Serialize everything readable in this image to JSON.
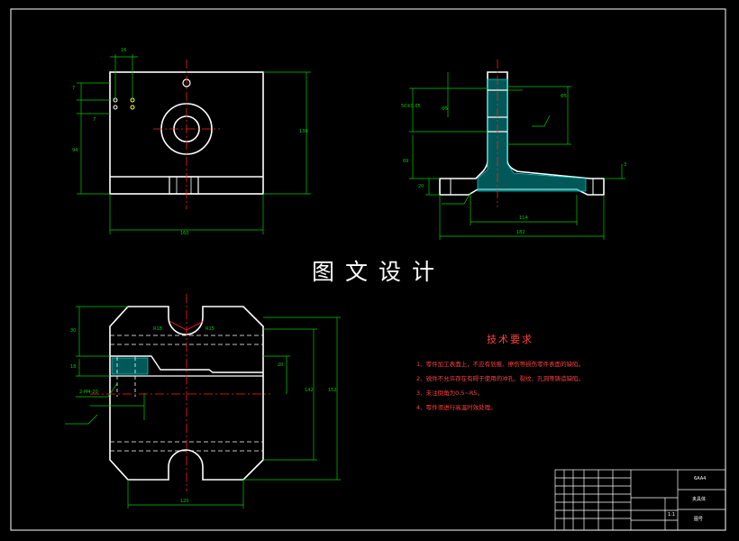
{
  "title": "图文设计",
  "dimensions": {
    "top_view": {
      "d16": "16",
      "d7a": "7",
      "d7b": "7",
      "d94": "94",
      "d130": "130",
      "d160": "160"
    },
    "side_view": {
      "d50": "50±0.05",
      "d69": "69",
      "d20": "20",
      "d114": "114",
      "d182": "182",
      "d3": "3",
      "phi1": "Φ5",
      "phi2": "Φ5"
    },
    "bottom_view": {
      "d30": "30",
      "d18": "18",
      "d20": "20",
      "d142": "142",
      "d152": "152",
      "d120": "120",
      "hole": "2-M4-20",
      "r1": "R18",
      "r2": "R15"
    }
  },
  "requirements": {
    "heading": "技术要求",
    "items": [
      "1、零件加工表面上，不应有划痕、擦伤等损伤零件表面的缺陷。",
      "2、锐件不允许存在有碍于使用的冲孔、裂纹、孔洞等铸造缺陷。",
      "3、未注倒角为0.5~R5。",
      "4、零件须进行高温时效处理。"
    ]
  },
  "title_block": {
    "part_name": "夹具体",
    "drawing_no": "图号",
    "scale": "1:1",
    "company": "6AA4"
  },
  "colors": {
    "outline": "#ffffff",
    "dimension": "#00cc00",
    "centerline": "#ff2020",
    "hatch": "#00cccc",
    "text": "#ff4040"
  }
}
